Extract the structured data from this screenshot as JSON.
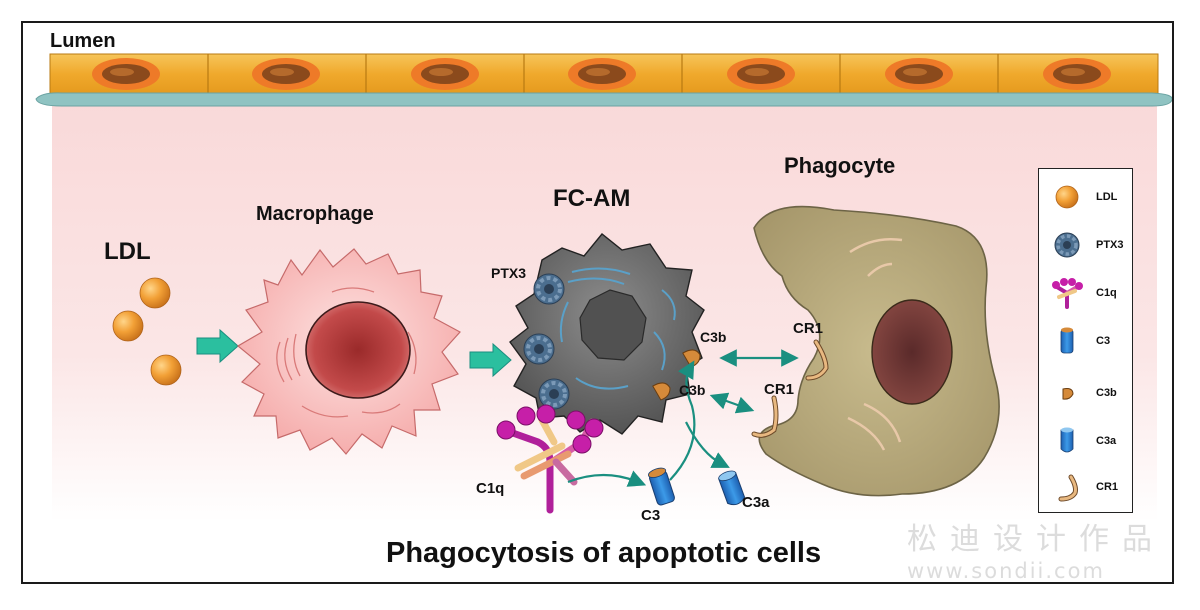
{
  "labels": {
    "lumen": "Lumen",
    "ldl": "LDL",
    "macrophage": "Macrophage",
    "fc_am": "FC-AM",
    "phagocyte": "Phagocyte",
    "ptx3": "PTX3",
    "c1q": "C1q",
    "c3": "C3",
    "c3a": "C3a",
    "c3b_top": "C3b",
    "c3b_bottom": "C3b",
    "cr1_top": "CR1",
    "cr1_bottom": "CR1"
  },
  "caption": "Phagocytosis of apoptotic cells",
  "legend": {
    "items": [
      {
        "icon": "ldl-icon",
        "label": "LDL"
      },
      {
        "icon": "ptx3-icon",
        "label": "PTX3"
      },
      {
        "icon": "c1q-icon",
        "label": "C1q"
      },
      {
        "icon": "c3-icon",
        "label": "C3"
      },
      {
        "icon": "c3b-icon",
        "label": "C3b"
      },
      {
        "icon": "c3a-icon",
        "label": "C3a"
      },
      {
        "icon": "cr1-icon",
        "label": "CR1"
      }
    ]
  },
  "watermark": {
    "brand": "松迪设计作品",
    "url": "www.sondii.com"
  },
  "colors": {
    "endothelium": "#f0b23a",
    "nucleus_orange": "#e8762a",
    "basement_membrane": "#8fc3c2",
    "intima_background": "#fbe4e4",
    "macrophage": "#f7b7b6",
    "foam_cell": "#6e6e6e",
    "phagocyte": "#b8ab80",
    "arrow_teal": "#2bbf9f",
    "c1q_magenta": "#c61fa8",
    "c3_blue": "#2f7fd0"
  }
}
